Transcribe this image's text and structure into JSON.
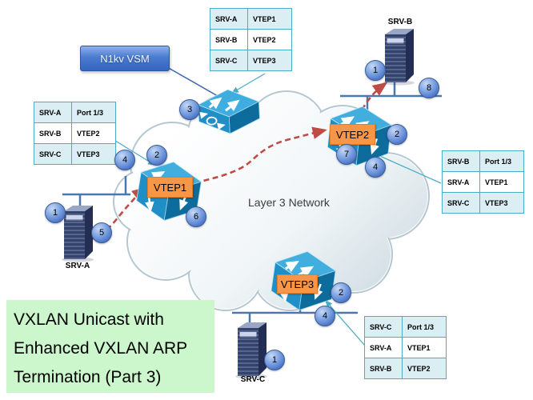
{
  "title_box": {
    "line1": "VXLAN Unicast with",
    "line2": "Enhanced VXLAN ARP",
    "line3": "Termination (Part 3)"
  },
  "cloud": {
    "label": "Layer 3 Network"
  },
  "vsm_button": {
    "label": "N1kv VSM"
  },
  "vtep_labels": [
    "VTEP1",
    "VTEP2",
    "VTEP3"
  ],
  "server_labels": [
    "SRV-A",
    "SRV-B",
    "SRV-C"
  ],
  "tables": {
    "top": {
      "rows": [
        [
          "SRV-A",
          "VTEP1"
        ],
        [
          "SRV-B",
          "VTEP2"
        ],
        [
          "SRV-C",
          "VTEP3"
        ]
      ]
    },
    "left": {
      "rows": [
        [
          "SRV-A",
          "Port 1/3"
        ],
        [
          "SRV-B",
          "VTEP2"
        ],
        [
          "SRV-C",
          "VTEP3"
        ]
      ]
    },
    "right": {
      "rows": [
        [
          "SRV-B",
          "Port 1/3"
        ],
        [
          "SRV-A",
          "VTEP1"
        ],
        [
          "SRV-C",
          "VTEP3"
        ]
      ]
    },
    "bottom_right": {
      "rows": [
        [
          "SRV-C",
          "Port 1/3"
        ],
        [
          "SRV-A",
          "VTEP1"
        ],
        [
          "SRV-B",
          "VTEP2"
        ]
      ]
    }
  },
  "badges": [
    "3",
    "2",
    "4",
    "6",
    "1",
    "5",
    "1",
    "8",
    "2",
    "7",
    "4",
    "2",
    "4",
    "1"
  ],
  "icons": {
    "switch": "switch-3d-icon",
    "server": "server-tower-icon",
    "cloud": "cloud-shape",
    "red_arrow": "dashed-traffic-arrow",
    "callout": "callout-arrow"
  },
  "colors": {
    "accent_orange": "#f79646",
    "table_border": "#4bacc6",
    "table_fill_light": "#daeef3",
    "red_dash": "#bf4b45",
    "switch_blue": "#1f8fc6",
    "badge_blue": "#4a73c8",
    "link_blue": "#4a77ad",
    "title_green": "#ccf6cb"
  }
}
